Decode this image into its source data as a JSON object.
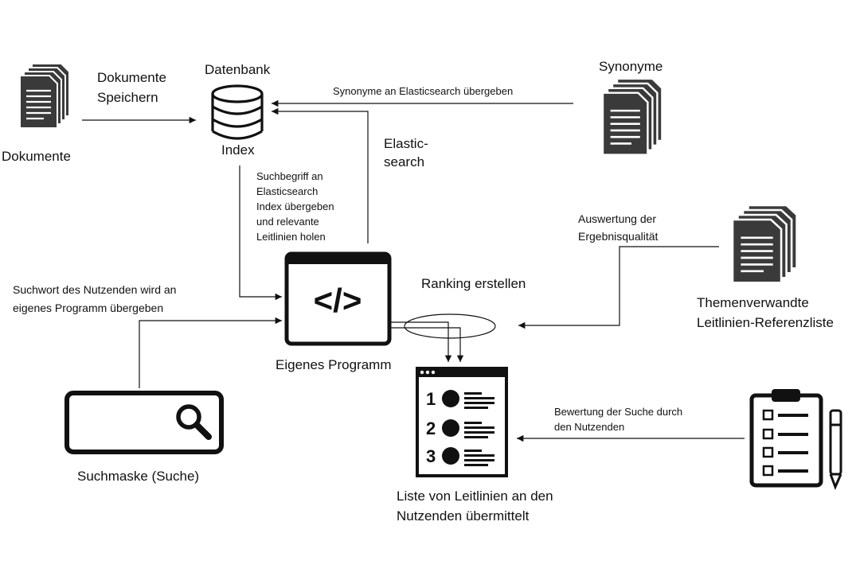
{
  "nodes": {
    "dokumente": "Dokumente",
    "dokumente_speichern": [
      "Dokumente",
      "Speichern"
    ],
    "datenbank": "Datenbank",
    "index": "Index",
    "synonyme": "Synonyme",
    "elastic_search": [
      "Elastic-",
      "search"
    ],
    "eigenes_programm": "Eigenes Programm",
    "code_symbol": "</>",
    "ranking": "Ranking erstellen",
    "suchmaske": "Suchmaske (Suche)",
    "themenverwandte": [
      "Themenverwandte",
      "Leitlinien-Referenzliste"
    ],
    "liste": [
      "Liste von Leitlinien an den",
      "Nutzenden übermittelt"
    ],
    "list_numbers": [
      "1",
      "2",
      "3"
    ]
  },
  "edges": {
    "synonyme_uebergeben": "Synonyme  an Elasticsearch übergeben",
    "suchbegriff": [
      "Suchbegriff an",
      "Elasticsearch",
      "Index übergeben",
      "und relevante",
      "Leitlinien holen"
    ],
    "suchwort": [
      "Suchwort des Nutzenden wird an",
      "eigenes Programm übergeben"
    ],
    "auswertung": [
      "Auswertung der",
      "Ergebnisqualität"
    ],
    "bewertung": [
      "Bewertung der Suche durch",
      "den Nutzenden"
    ]
  },
  "icons": [
    "document-stack-icon",
    "database-icon",
    "code-window-icon",
    "search-box-icon",
    "magnifier-icon",
    "ranked-list-icon",
    "clipboard-checklist-icon",
    "pen-icon"
  ]
}
